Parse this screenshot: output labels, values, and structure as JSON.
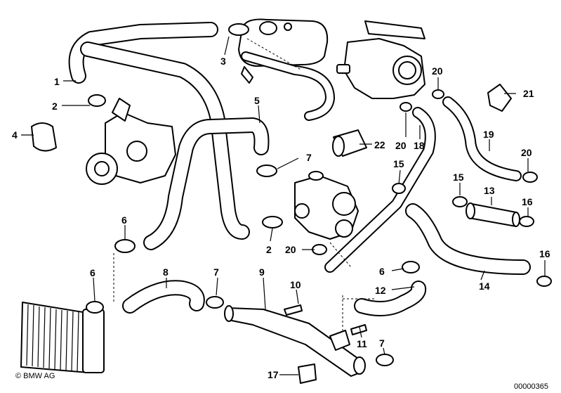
{
  "diagram": {
    "copyright": "© BMW AG",
    "drawing_number": "00000365",
    "callouts": [
      "1",
      "2",
      "3",
      "4",
      "5",
      "6",
      "7",
      "8",
      "9",
      "10",
      "11",
      "12",
      "13",
      "14",
      "15",
      "16",
      "17",
      "18",
      "19",
      "20",
      "21",
      "22"
    ]
  },
  "labels": {
    "c1": "1",
    "c2a": "2",
    "c2b": "2",
    "c3": "3",
    "c4": "4",
    "c5": "5",
    "c6a": "6",
    "c6b": "6",
    "c6c": "6",
    "c7a": "7",
    "c7b": "7",
    "c7c": "7",
    "c8": "8",
    "c9": "9",
    "c10": "10",
    "c11": "11",
    "c12": "12",
    "c13": "13",
    "c14": "14",
    "c15a": "15",
    "c15b": "15",
    "c16a": "16",
    "c16b": "16",
    "c17": "17",
    "c18": "18",
    "c19": "19",
    "c20a": "20",
    "c20b": "20",
    "c20c": "20",
    "c20d": "20",
    "c21": "21",
    "c22": "22"
  }
}
